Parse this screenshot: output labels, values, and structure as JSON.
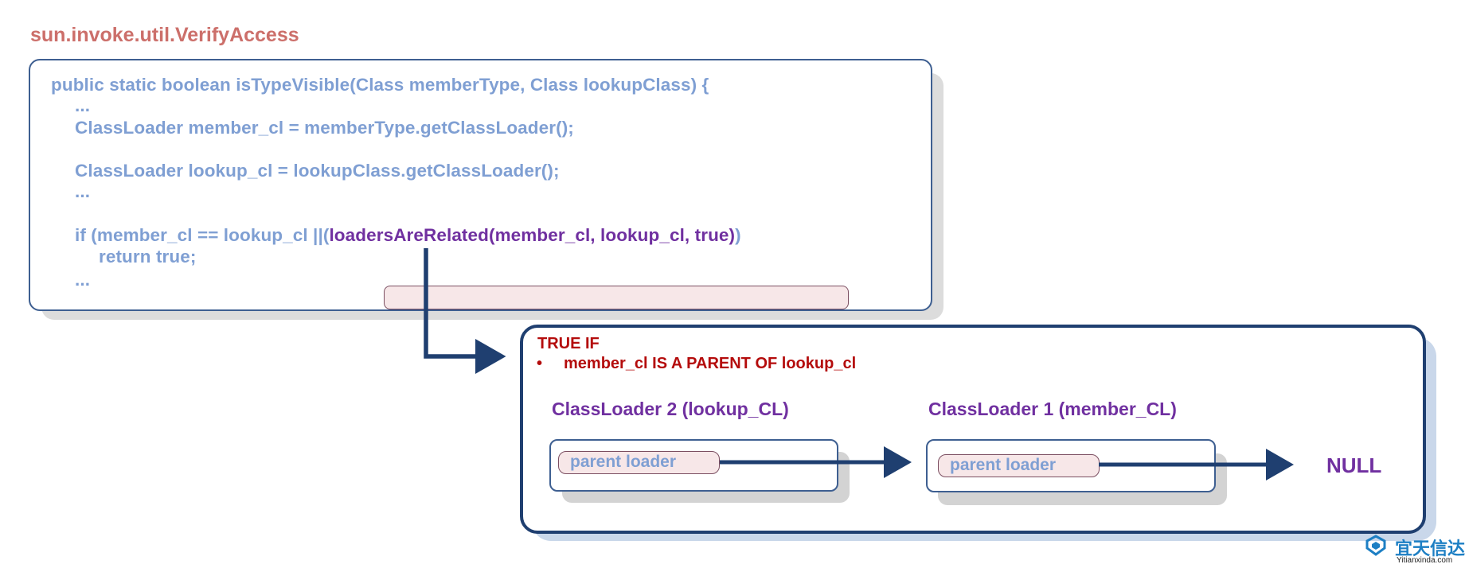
{
  "title": "sun.invoke.util.VerifyAccess",
  "code": {
    "line1": "public static boolean isTypeVisible(Class memberType, Class lookupClass) {",
    "line2": "...",
    "line3": "ClassLoader member_cl = memberType.getClassLoader();",
    "line4": "ClassLoader lookup_cl = lookupClass.getClassLoader();",
    "line5": "...",
    "line6_prefix": "if (member_cl == lookup_cl ||",
    "line6_open": "(",
    "line6_highlight": "loadersAreRelated(member_cl, lookup_cl, true",
    "line6_close": ")",
    "line6_end": ")",
    "line7": "return true;",
    "line8": "..."
  },
  "result": {
    "heading": "TRUE IF",
    "bullet": "member_cl IS A PARENT OF lookup_cl",
    "bullet_marker": "•"
  },
  "loaders": [
    {
      "label": "ClassLoader 2 (lookup_CL)",
      "parent": "parent loader"
    },
    {
      "label": "ClassLoader 1 (member_CL)",
      "parent": "parent loader"
    }
  ],
  "null_label": "NULL",
  "watermark": {
    "cn": "宜天信达",
    "en": "Yitianxinda.com"
  },
  "colors": {
    "title": "#cc6f6a",
    "code": "#7f9fd3",
    "highlight_text": "#7030a0",
    "condition": "#b40c0c",
    "arrow": "#1f3f70",
    "box_border": "#3e5f91"
  }
}
